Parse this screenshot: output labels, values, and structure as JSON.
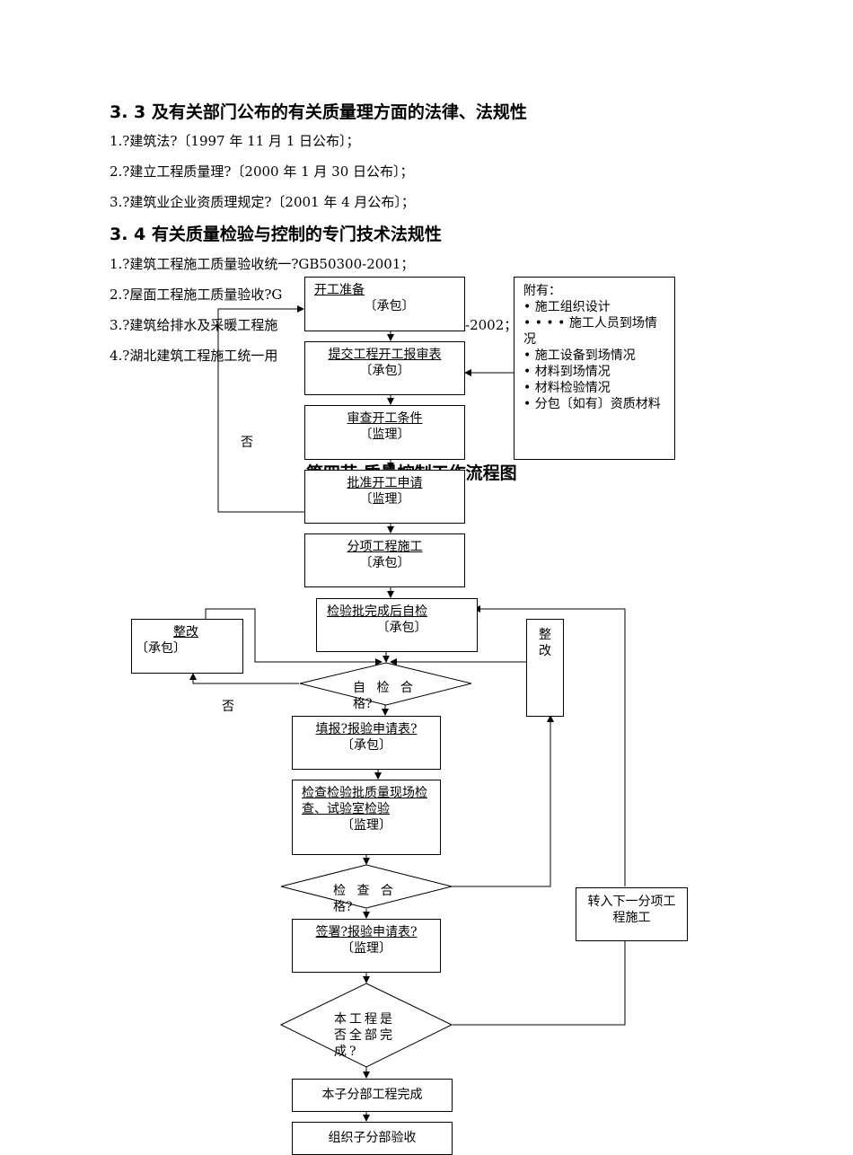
{
  "section_3_3": {
    "heading": "3. 3 及有关部门公布的有关质量理方面的法律、法规性",
    "items": [
      "1.?建筑法?〔1997 年 11 月 1 日公布〕；",
      "2.?建立工程质量理?〔2000 年 1 月 30 日公布〕；",
      "3.?建筑业企业资质理规定?〔2001 年 4 月公布〕；"
    ]
  },
  "section_3_4": {
    "heading": "3. 4 有关质量检验与控制的专门技术法规性",
    "items": [
      "1.?建筑工程施工质量验收统一?GB50300-2001；",
      "2.?屋面工程施工质量验收?G",
      "3.?建筑给排水及采暖工程施",
      "4.?湖北建筑工程施工统一用"
    ],
    "item3_tail": "-2002；"
  },
  "chapter_title": "第四节  质量控制工作流程图",
  "flow": {
    "prepare": {
      "title": "开工准备",
      "role": "〔承包〕"
    },
    "submit_report": {
      "title": "提交工程开工报审表",
      "role": "〔承包〕"
    },
    "review_conditions": {
      "title": "审查开工条件",
      "role": "〔监理〕"
    },
    "approve": {
      "title": "批准开工申请",
      "role": "〔监理〕"
    },
    "sub_construction": {
      "title": "分项工程施工",
      "role": "〔承包〕"
    },
    "self_check": {
      "title": "检验批完成后自检",
      "role": "〔承包〕"
    },
    "rectify_left": {
      "title": "整改",
      "role": "〔承包〕"
    },
    "rectify_right": {
      "title": "整改"
    },
    "self_pass_diamond": "自 检 合 格?",
    "fill_report": {
      "title": "填报?报验申请表?",
      "role": "〔承包〕"
    },
    "inspect": {
      "title": "检查检验批质量现场检查、试验室检验",
      "role": "〔监理〕"
    },
    "check_pass_diamond": "检 查 合 格?",
    "sign_report": {
      "title": "签署?报验申请表?",
      "role": "〔监理〕"
    },
    "all_done_diamond": "本工程是否全部完成?",
    "next_item": "转入下一分项工程施工",
    "sub_complete": "本子分部工程完成",
    "organize_accept": "组织子分部验收",
    "no_label_1": "否",
    "no_label_2": "否"
  },
  "attachments": {
    "title": "附有：",
    "items": [
      "• 施工组织设计",
      "• • • • 施工人员到场情况",
      "• 施工设备到场情况",
      "• 材料到场情况",
      "• 材料检验情况",
      "• 分包〔如有〕资质材料"
    ]
  }
}
